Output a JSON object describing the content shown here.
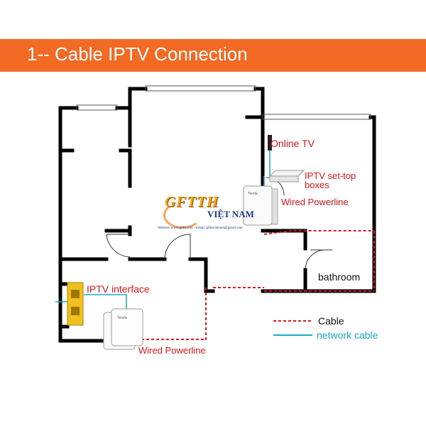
{
  "banner": {
    "title": "1-- Cable IPTV Connection",
    "color": "#f26a24"
  },
  "labels": {
    "online_tv": "Online TV",
    "iptv_stb_line1": "IPTV set-top",
    "iptv_stb_line2": "boxes",
    "wired_powerline_top": "Wired Powerline",
    "wired_powerline_bottom": "Wired Powerline",
    "bathroom": "bathroom",
    "iptv_interface": "IPTV interface"
  },
  "legend": {
    "cable": {
      "label": "Cable",
      "color": "#e8141b",
      "style": "dashed"
    },
    "network_cable": {
      "label": "network cable",
      "color": "#1aa9c9",
      "style": "solid"
    }
  },
  "logo": {
    "main": "GFTTH",
    "sub": "VIỆT NAM",
    "web": "Website: www.gftth.com - Email: gftthvietnam@gmail.com"
  },
  "device_brand": "Tenda",
  "colors": {
    "wall": "#000000",
    "cable": "#e8141b",
    "network": "#1aa9c9",
    "interface": "#f0c020"
  },
  "icons": [
    "powerline-adapter-icon",
    "set-top-box-icon",
    "tv-icon",
    "iptv-interface-icon"
  ]
}
